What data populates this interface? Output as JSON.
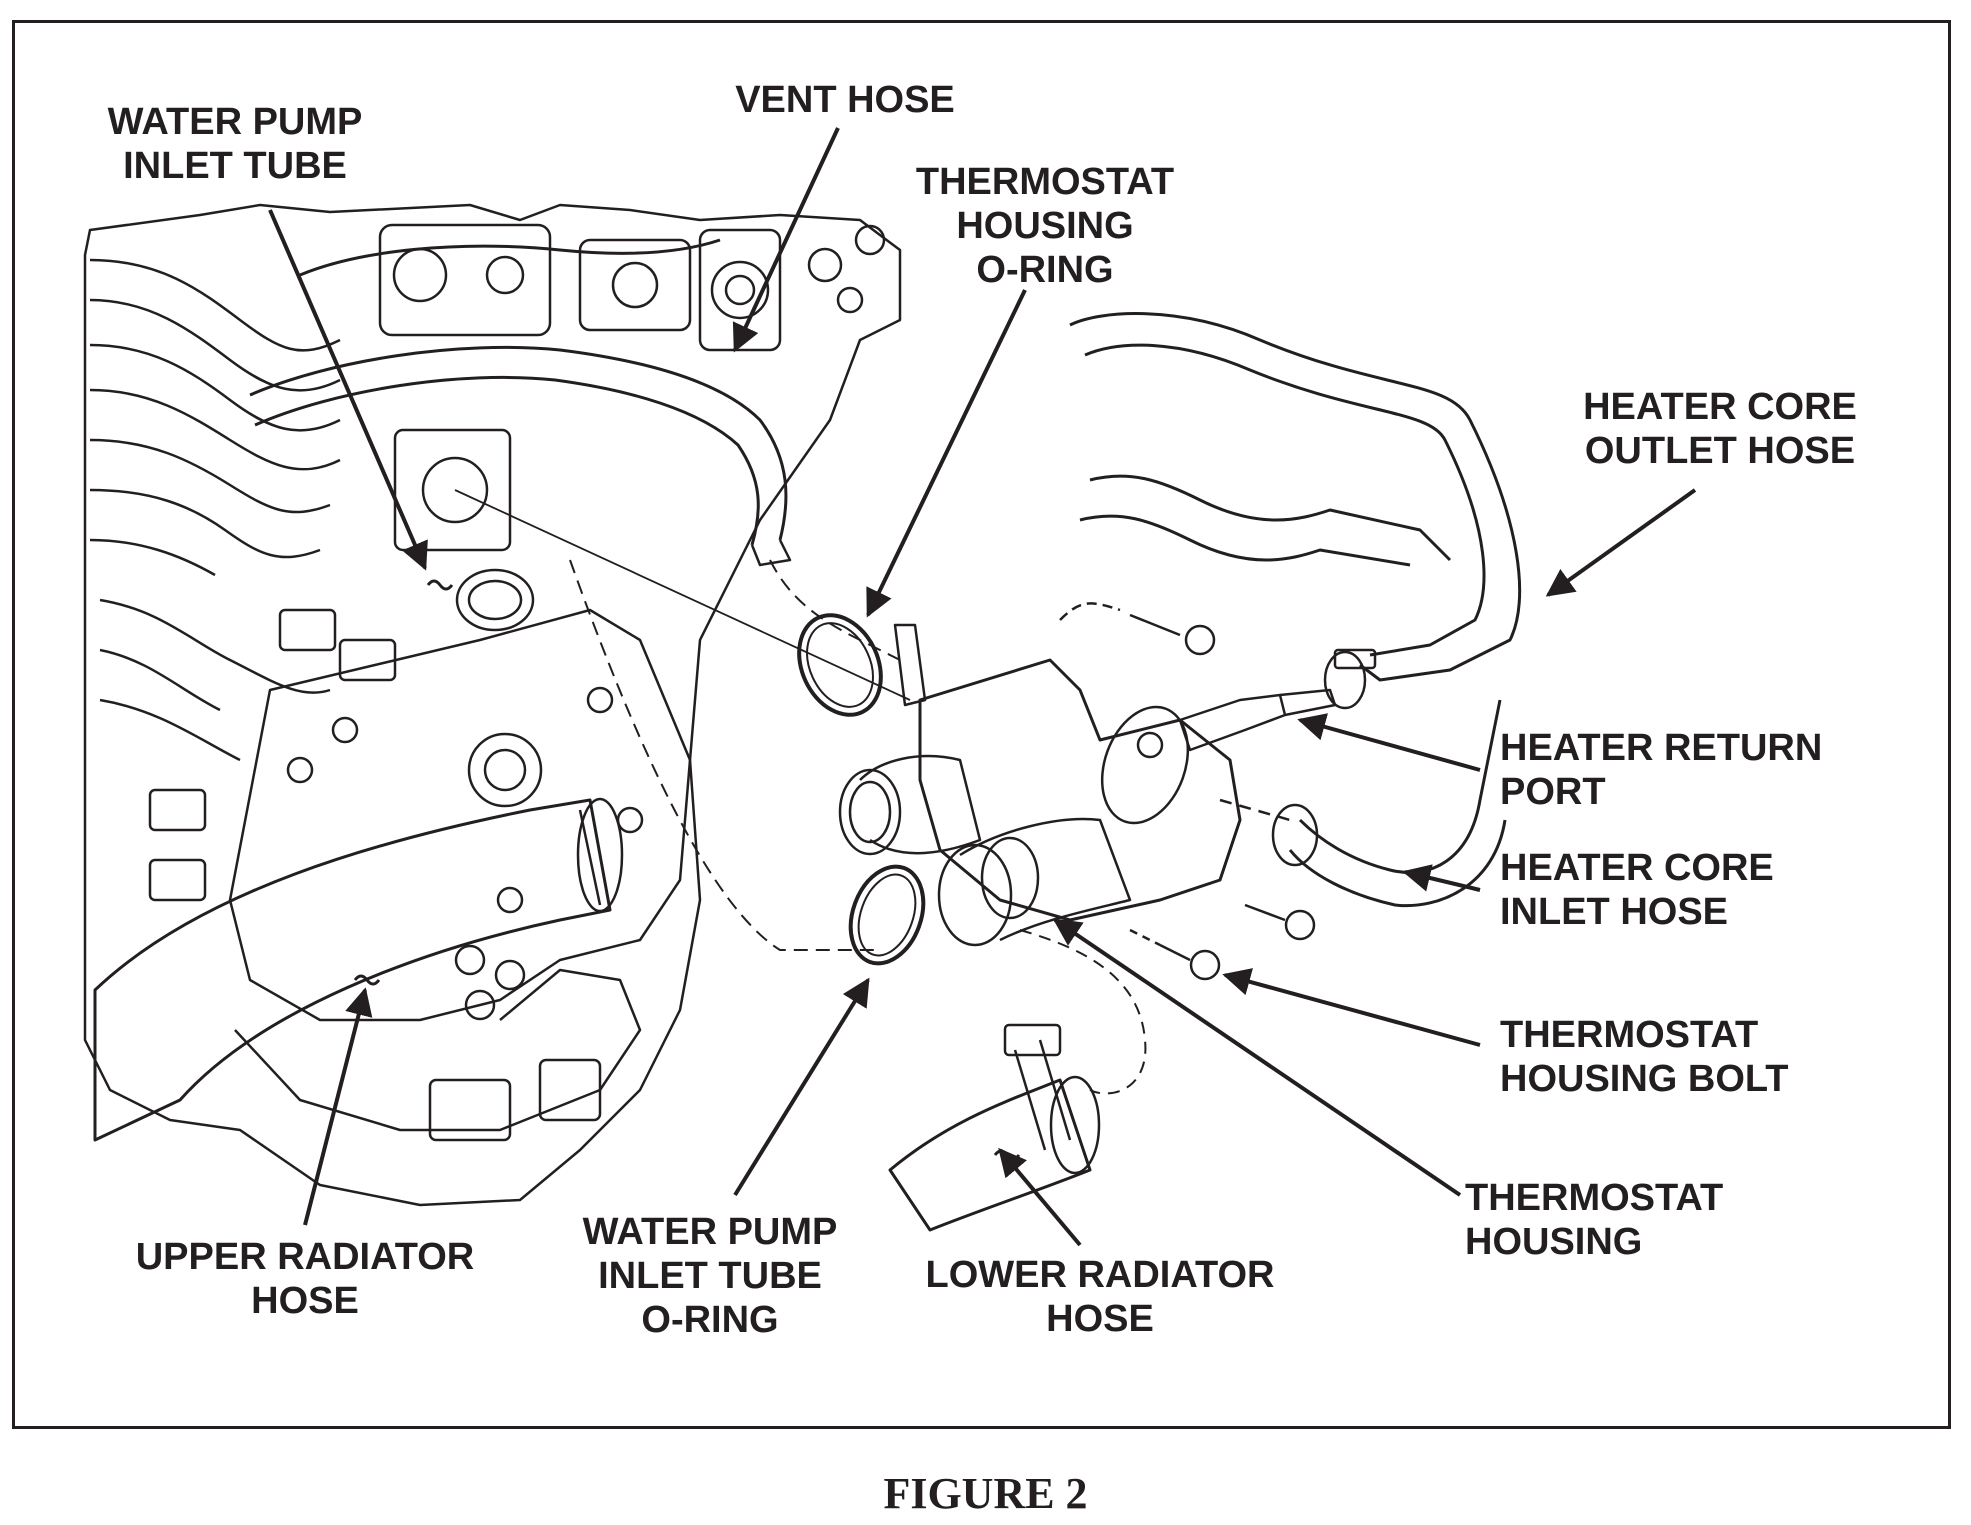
{
  "callouts": {
    "water_pump_inlet_tube": [
      "WATER PUMP",
      "INLET TUBE"
    ],
    "vent_hose": [
      "VENT HOSE"
    ],
    "thermostat_housing_oring": [
      "THERMOSTAT",
      "HOUSING",
      "O-RING"
    ],
    "heater_core_outlet_hose": [
      "HEATER CORE",
      "OUTLET HOSE"
    ],
    "heater_return_port": [
      "HEATER RETURN",
      "PORT"
    ],
    "heater_core_inlet_hose": [
      "HEATER CORE",
      "INLET HOSE"
    ],
    "thermostat_housing_bolt": [
      "THERMOSTAT",
      "HOUSING BOLT"
    ],
    "thermostat_housing": [
      "THERMOSTAT",
      "HOUSING"
    ],
    "upper_radiator_hose": [
      "UPPER RADIATOR",
      "HOSE"
    ],
    "water_pump_inlet_tube_oring": [
      "WATER PUMP",
      "INLET TUBE",
      "O-RING"
    ],
    "lower_radiator_hose": [
      "LOWER RADIATOR",
      "HOSE"
    ]
  },
  "caption": "FIGURE 2",
  "colors": {
    "ink": "#231f20",
    "paper": "#ffffff"
  }
}
